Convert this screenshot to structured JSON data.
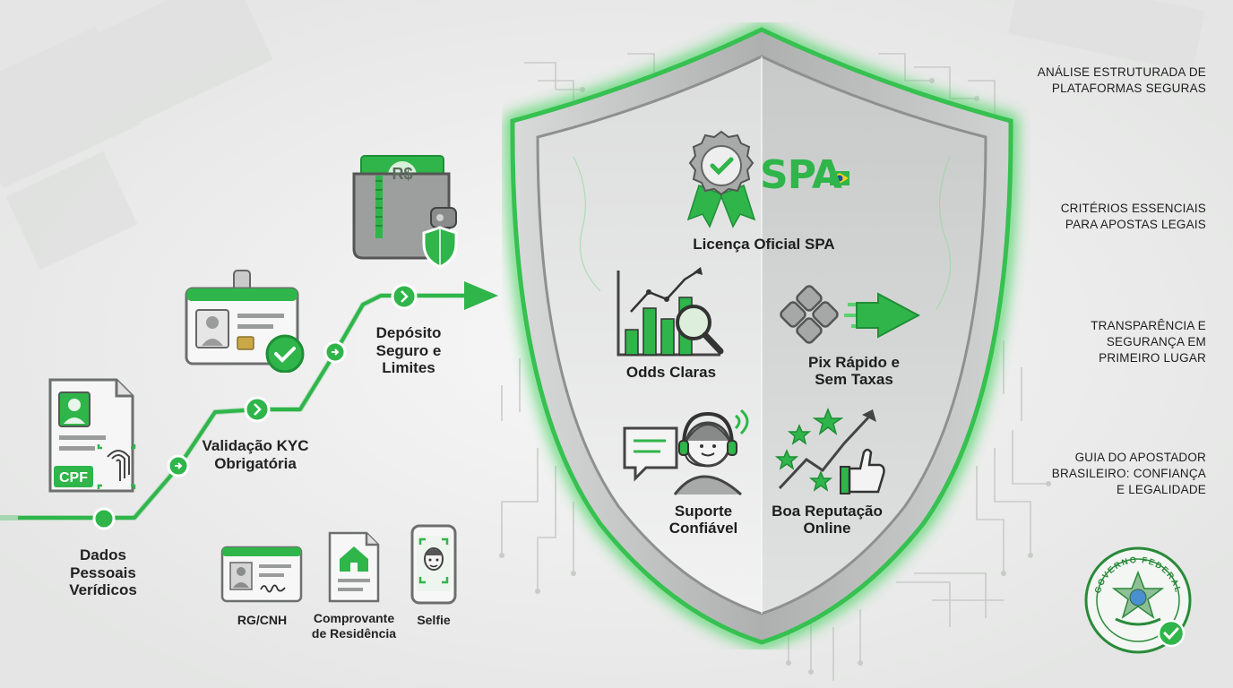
{
  "journey": {
    "step1": {
      "lines": [
        "Dados",
        "Pessoais",
        "Verídicos"
      ]
    },
    "step2": {
      "lines": [
        "Validação KYC",
        "Obrigatória"
      ]
    },
    "step3": {
      "lines": [
        "Depósito",
        "Seguro e",
        "Limites"
      ]
    },
    "cpf_badge": "CPF",
    "wallet_badge": "R$"
  },
  "documents": {
    "rg": "RG/CNH",
    "proof": {
      "lines": [
        "Comprovante",
        "de Residência"
      ]
    },
    "selfie": "Selfie"
  },
  "shield": {
    "brand": "SPA",
    "license": "Licença Oficial SPA",
    "odds": "Odds Claras",
    "pix": {
      "lines": [
        "Pix Rápido e",
        "Sem Taxas"
      ]
    },
    "support": {
      "lines": [
        "Suporte",
        "Confiável"
      ]
    },
    "reputation": {
      "lines": [
        "Boa Reputação",
        "Online"
      ]
    }
  },
  "sidebar": {
    "items": [
      {
        "lines": [
          "Análise estruturada de",
          "plataformas seguras"
        ]
      },
      {
        "lines": [
          "Critérios essenciais",
          "para apostas legais"
        ]
      },
      {
        "lines": [
          "Transparência e",
          "segurança em",
          "primeiro lugar"
        ]
      },
      {
        "lines": [
          "Guia do apostador",
          "brasileiro: confiança",
          "e legalidade"
        ]
      }
    ]
  },
  "seal": {
    "text": "GOVERNO FEDERAL"
  },
  "colors": {
    "green": "#2fb54a",
    "dark_green": "#1e8f36",
    "shield_silver": "#b9bbbb",
    "background": "#ecedec"
  }
}
